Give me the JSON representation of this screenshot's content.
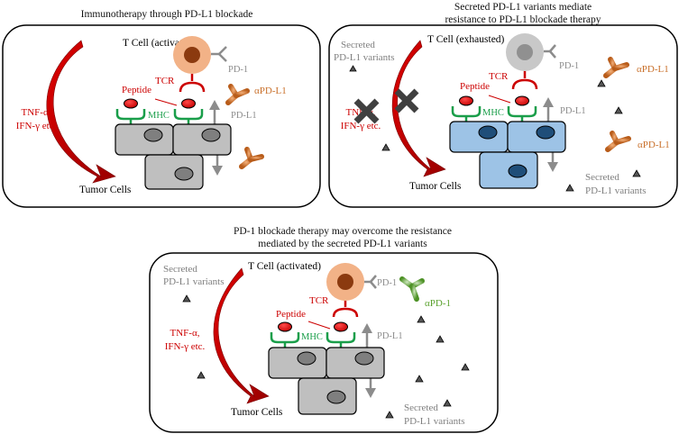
{
  "panel1": {
    "title": "Immunotherapy through PD-L1 blockade",
    "tcell": "T Cell (activated)",
    "pd1": "PD-1",
    "tcr": "TCR",
    "peptide": "Peptide",
    "mhc": "MHC",
    "pdl1": "PD-L1",
    "antibody": "αPD-L1",
    "cytokines_line1": "TNF-α,",
    "cytokines_line2": "IFN-γ etc.",
    "tumor": "Tumor Cells"
  },
  "panel2": {
    "title_line1": "Secreted PD-L1 variants mediate",
    "title_line2": "resistance to PD-L1 blockade therapy",
    "tcell": "T Cell (exhausted)",
    "pd1": "PD-1",
    "tcr": "TCR",
    "peptide": "Peptide",
    "mhc": "MHC",
    "pdl1": "PD-L1",
    "antibody1": "αPD-L1",
    "antibody2": "αPD-L1",
    "cytokines_line1": "TNF-α,",
    "cytokines_line2": "IFN-γ etc.",
    "tumor": "Tumor Cells",
    "secreted_tl_line1": "Secreted",
    "secreted_tl_line2": "PD-L1 variants",
    "secreted_br_line1": "Secreted",
    "secreted_br_line2": "PD-L1 variants"
  },
  "panel3": {
    "title_line1": "PD-1 blockade therapy may overcome the resistance",
    "title_line2": "mediated by the secreted PD-L1 variants",
    "tcell": "T Cell (activated)",
    "pd1": "PD-1",
    "tcr": "TCR",
    "peptide": "Peptide",
    "mhc": "MHC",
    "pdl1": "PD-L1",
    "antibody": "αPD-1",
    "cytokines_line1": "TNF-α,",
    "cytokines_line2": "IFN-γ etc.",
    "tumor": "Tumor Cells",
    "secreted_tl_line1": "Secreted",
    "secreted_tl_line2": "PD-L1 variants",
    "secreted_br_line1": "Secreted",
    "secreted_br_line2": "PD-L1 variants"
  },
  "colors": {
    "red": "#cc0000",
    "green": "#1a9e4a",
    "pdl1_gray": "#8c8c8c",
    "tcell_active": "#f2b287",
    "tcell_nucleus": "#8b3a0f",
    "tcell_exhausted": "#c8c8c8",
    "tumor_gray": "#bfbfbf",
    "tumor_blue": "#9dc3e6",
    "nucleus_blue": "#1f4e79",
    "antibody_orange": "#c9702b",
    "antibody_green": "#5aa12e"
  }
}
